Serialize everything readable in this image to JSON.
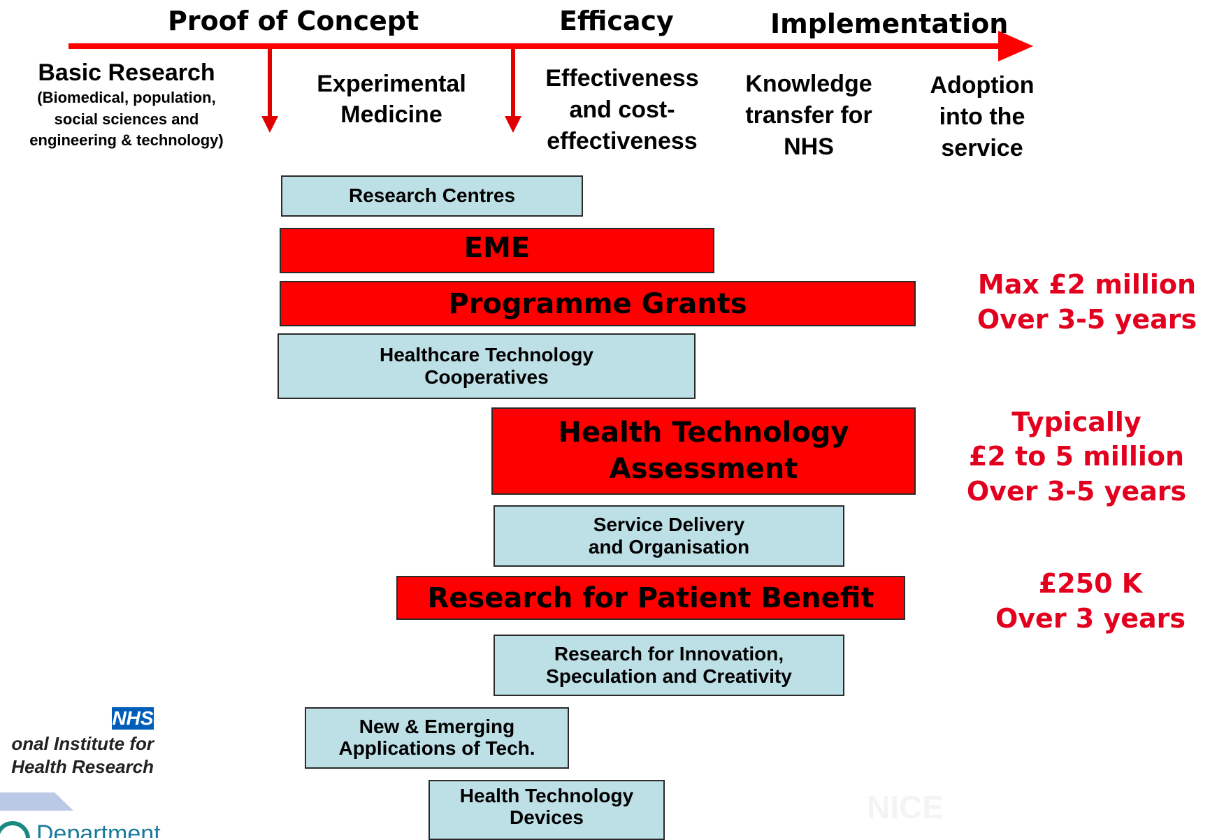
{
  "phases": {
    "proof": "Proof of Concept",
    "efficacy": "Efficacy",
    "implementation": "Implementation"
  },
  "stages": {
    "basic_title": "Basic Research",
    "basic_line1": "(Biomedical, population,",
    "basic_line2": "social sciences and",
    "basic_line3": "engineering & technology)",
    "experimental_line1": "Experimental",
    "experimental_line2": "Medicine",
    "effectiveness_line1": "Effectiveness",
    "effectiveness_line2": "and cost-",
    "effectiveness_line3": "effectiveness",
    "knowledge_line1": "Knowledge",
    "knowledge_line2": "transfer for",
    "knowledge_line3": "NHS",
    "adoption_line1": "Adoption",
    "adoption_line2": "into the",
    "adoption_line3": "service"
  },
  "programmes": {
    "research_centres": "Research Centres",
    "eme": "EME",
    "programme_grants": "Programme Grants",
    "htc_line1": "Healthcare Technology",
    "htc_line2": "Cooperatives",
    "hta_line1": "Health Technology",
    "hta_line2": "Assessment",
    "sdo_line1": "Service Delivery",
    "sdo_line2": "and Organisation",
    "rfpb": "Research for Patient Benefit",
    "risc_line1": "Research for Innovation,",
    "risc_line2": "Speculation and Creativity",
    "neat_line1": "New & Emerging",
    "neat_line2": "Applications of Tech.",
    "htd_line1": "Health Technology",
    "htd_line2": "Devices"
  },
  "funding": {
    "pg_line1": "Max £2 million",
    "pg_line2": "Over 3-5 years",
    "hta_line1": "Typically",
    "hta_line2": "£2 to 5 million",
    "hta_line3": "Over 3-5 years",
    "rfpb_line1": "£250 K",
    "rfpb_line2": "Over 3 years"
  },
  "logos": {
    "nhs": "NHS",
    "nihr_line1": "onal Institute for",
    "nihr_line2": "Health Research",
    "dept_fragment": "Department",
    "nice": "NICE"
  },
  "colors": {
    "arrow": "#ff0000",
    "red_box": "#ff0000",
    "blue_box": "#bddfe6",
    "funding_text": "#e3001f",
    "nhs_blue": "#005eb8"
  }
}
